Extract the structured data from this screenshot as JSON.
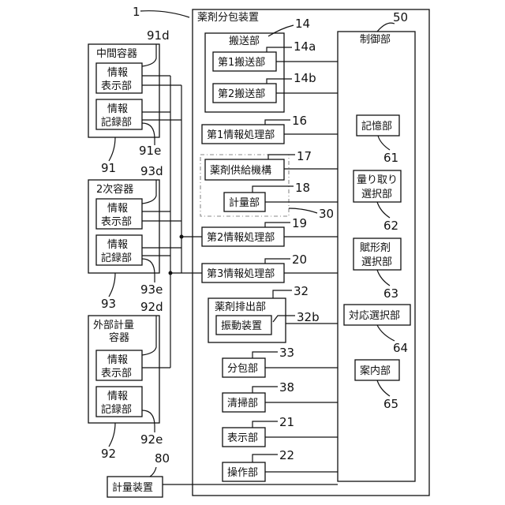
{
  "device": {
    "label": "薬剤分包装置",
    "ref": "1"
  },
  "control": {
    "label": "制御部",
    "ref": "50"
  },
  "transport": {
    "label": "搬送部",
    "ref": "14",
    "unit1": "第1搬送部",
    "unit1_ref": "14a",
    "unit2": "第2搬送部",
    "unit2_ref": "14b"
  },
  "info_proc1": {
    "label": "第1情報処理部",
    "ref": "16"
  },
  "supply_group_ref": "30",
  "supply": {
    "label": "薬剤供給機構",
    "ref": "17"
  },
  "weigh": {
    "label": "計量部",
    "ref": "18"
  },
  "info_proc2": {
    "label": "第2情報処理部",
    "ref": "19"
  },
  "info_proc3": {
    "label": "第3情報処理部",
    "ref": "20"
  },
  "discharge": {
    "label": "薬剤排出部",
    "ref": "32",
    "vib": "振動装置",
    "vib_ref": "32b"
  },
  "packaging": {
    "label": "分包部",
    "ref": "33"
  },
  "cleaning": {
    "label": "清掃部",
    "ref": "38"
  },
  "display": {
    "label": "表示部",
    "ref": "21"
  },
  "operation": {
    "label": "操作部",
    "ref": "22"
  },
  "memory": {
    "label": "記憶部",
    "ref": "61"
  },
  "measure_select": {
    "label_l1": "量り取り",
    "label_l2": "選択部",
    "ref": "62"
  },
  "excipient_select": {
    "label_l1": "賦形剤",
    "label_l2": "選択部",
    "ref": "63"
  },
  "response_select": {
    "label": "対応選択部",
    "ref": "64"
  },
  "guide": {
    "label": "案内部",
    "ref": "65"
  },
  "mid_container": {
    "label": "中間容器",
    "ref": "91",
    "disp_l1": "情報",
    "disp_l2": "表示部",
    "disp_ref": "91d",
    "rec_l1": "情報",
    "rec_l2": "記録部",
    "rec_ref": "91e"
  },
  "sec_container": {
    "label": "2次容器",
    "ref": "93",
    "disp_l1": "情報",
    "disp_l2": "表示部",
    "disp_ref": "93d",
    "rec_l1": "情報",
    "rec_l2": "記録部",
    "rec_ref": "93e"
  },
  "ext_container": {
    "label_l1": "外部計量",
    "label_l2": "容器",
    "ref": "92",
    "disp_l1": "情報",
    "disp_l2": "表示部",
    "disp_ref": "92d",
    "rec_l1": "情報",
    "rec_l2": "記録部",
    "rec_ref": "92e"
  },
  "scale": {
    "label": "計量装置",
    "ref": "80"
  }
}
